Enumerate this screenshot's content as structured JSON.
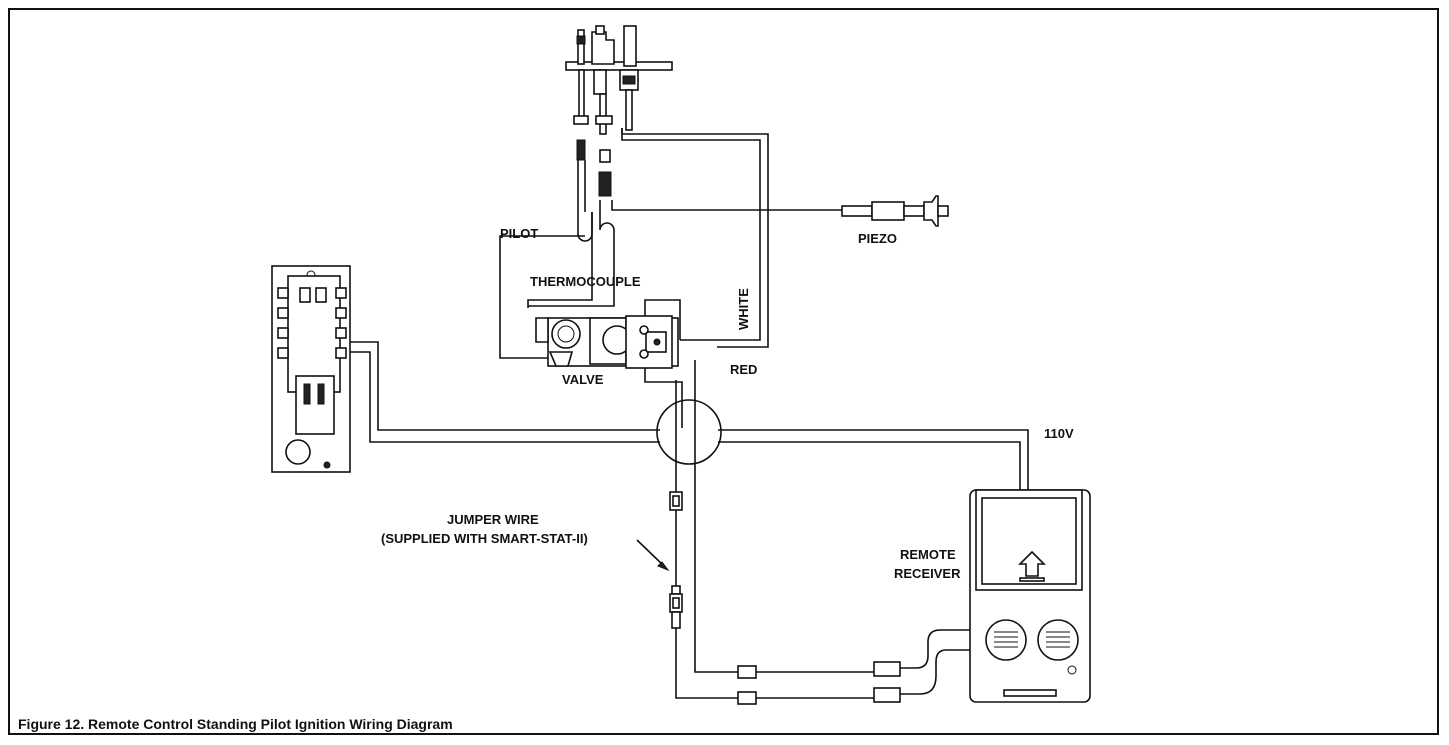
{
  "figure": {
    "caption": "Figure 12.  Remote Control Standing Pilot Ignition Wiring Diagram"
  },
  "labels": {
    "pilot": "PILOT",
    "piezo": "PIEZO",
    "thermocouple": "THERMOCOUPLE",
    "white": "WHITE",
    "valve": "VALVE",
    "red": "RED",
    "voltage": "110V",
    "jumper_line1": "JUMPER WIRE",
    "jumper_line2": "(SUPPLIED WITH SMART-STAT-II)",
    "receiver_line1": "REMOTE",
    "receiver_line2": "RECEIVER"
  },
  "colors": {
    "ink": "#111111",
    "background": "#ffffff"
  }
}
